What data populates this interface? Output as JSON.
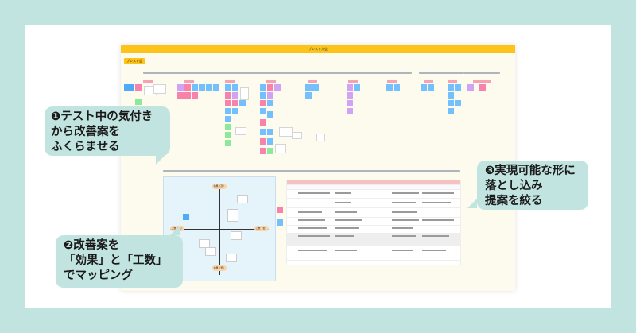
{
  "board": {
    "title": "ブレスト大会",
    "chip": "ブレスト会"
  },
  "mapping": {
    "axis_top": "効果（高）",
    "axis_bottom": "効果（低）",
    "axis_left": "工数（高）",
    "axis_right": "工数（低）"
  },
  "callouts": [
    {
      "number": "❶",
      "lines": [
        "テスト中の気付き",
        "から改善案を",
        "ふくらませる"
      ]
    },
    {
      "number": "❷",
      "lines": [
        "改善案を",
        "「効果」と「工数」",
        "でマッピング"
      ]
    },
    {
      "number": "❸",
      "lines": [
        "実現可能な形に",
        "落とし込み",
        "提案を絞る"
      ]
    }
  ],
  "colors": {
    "background": "#c2e4e0",
    "header": "#fcc419",
    "sticky_blue": "#74c0fc",
    "sticky_pink": "#f783ac",
    "sticky_purple": "#d0a3f5",
    "sticky_green": "#8ce99a",
    "mapping_bg": "#e5f3fb"
  }
}
